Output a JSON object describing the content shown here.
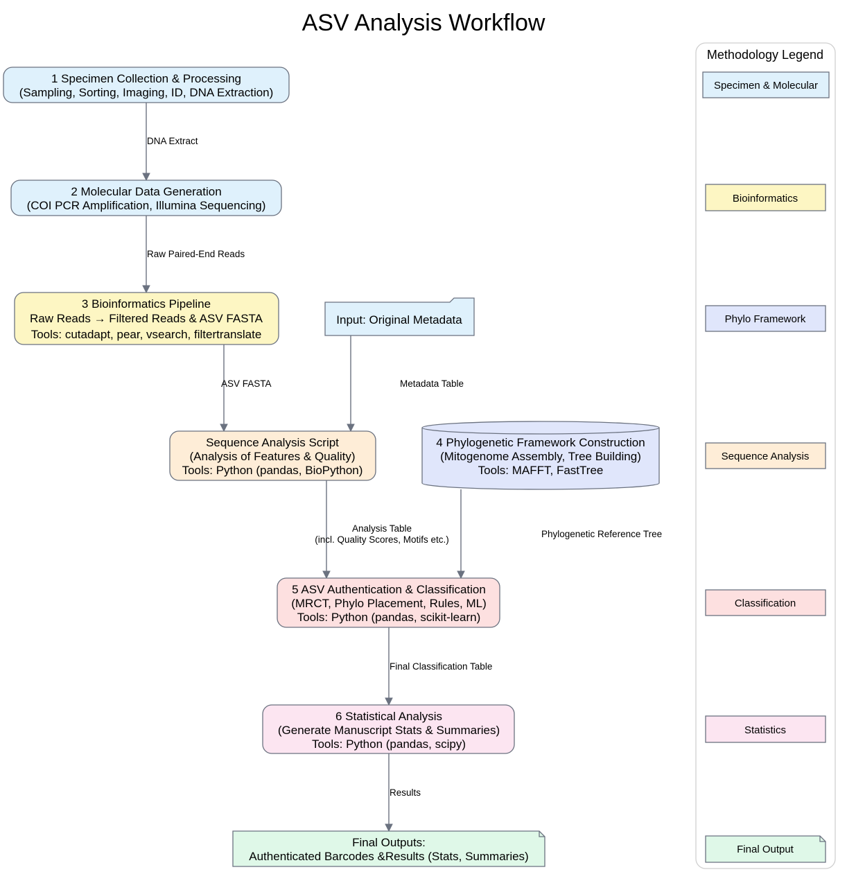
{
  "title": "ASV Analysis Workflow",
  "colors": {
    "specimen": "#dff1fc",
    "bioinformatics": "#fdf6c3",
    "phylo": "#e0e6fb",
    "sequence": "#feedd7",
    "classification": "#fde0e0",
    "statistics": "#fce5f1",
    "final": "#dff8e8",
    "edge": "#6b7280"
  },
  "nodes": {
    "n1": {
      "lines": [
        "1 Specimen Collection & Processing",
        "(Sampling, Sorting, Imaging, ID, DNA Extraction)"
      ]
    },
    "n2": {
      "lines": [
        "2 Molecular Data Generation",
        "(COI PCR Amplification, Illumina Sequencing)"
      ]
    },
    "n3": {
      "lines": [
        "3 Bioinformatics Pipeline",
        "Raw Reads → Filtered Reads & ASV FASTA",
        "Tools: cutadapt, pear, vsearch, filtertranslate"
      ]
    },
    "meta": {
      "lines": [
        "Input: Original Metadata"
      ]
    },
    "seq": {
      "lines": [
        "Sequence Analysis Script",
        "(Analysis of Features & Quality)",
        "Tools: Python (pandas, BioPython)"
      ]
    },
    "n4": {
      "lines": [
        "4 Phylogenetic Framework Construction",
        "(Mitogenome Assembly, Tree Building)",
        "Tools: MAFFT, FastTree"
      ]
    },
    "n5": {
      "lines": [
        "5 ASV Authentication & Classification",
        "(MRCT, Phylo Placement, Rules, ML)",
        "Tools: Python (pandas, scikit-learn)"
      ]
    },
    "n6": {
      "lines": [
        "6 Statistical Analysis",
        "(Generate Manuscript Stats & Summaries)",
        "Tools: Python (pandas, scipy)"
      ]
    },
    "final": {
      "lines": [
        "Final Outputs:",
        "Authenticated Barcodes &Results (Stats, Summaries)"
      ]
    }
  },
  "edges": {
    "e1": {
      "lines": [
        "DNA Extract"
      ]
    },
    "e2": {
      "lines": [
        "Raw Paired-End Reads"
      ]
    },
    "e3": {
      "lines": [
        "ASV FASTA"
      ]
    },
    "e4": {
      "lines": [
        "Metadata Table"
      ]
    },
    "e5": {
      "lines": [
        "Analysis Table",
        "(incl. Quality Scores, Motifs etc.)"
      ]
    },
    "e6": {
      "lines": [
        "Phylogenetic Reference Tree"
      ]
    },
    "e7": {
      "lines": [
        "Final Classification Table"
      ]
    },
    "e8": {
      "lines": [
        "Results"
      ]
    }
  },
  "legend": {
    "title": "Methodology Legend",
    "items": [
      "Specimen & Molecular",
      "Bioinformatics",
      "Phylo Framework",
      "Sequence Analysis",
      "Classification",
      "Statistics",
      "Final Output"
    ]
  }
}
